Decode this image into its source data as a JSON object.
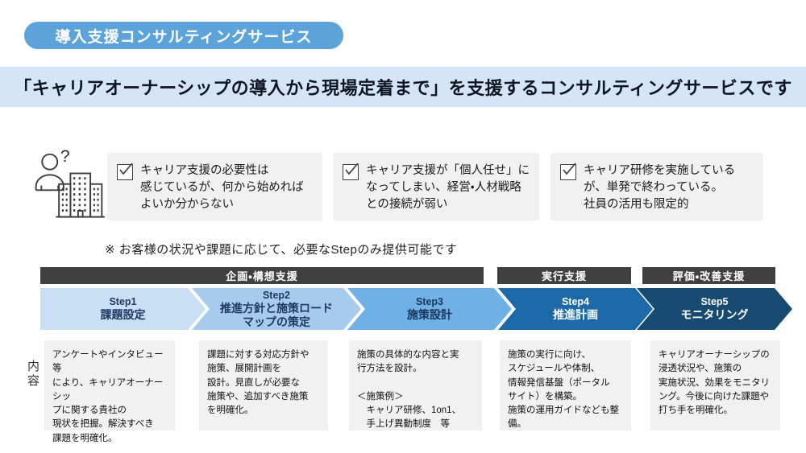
{
  "badge": {
    "label": "導入支援コンサルティングサービス",
    "bg": "#5ba3d9"
  },
  "banner": {
    "title": "「キャリアオーナーシップの導入から現場定着まで」を支援するコンサルティングサービスです",
    "bg": "#d3e5f6"
  },
  "pain_points": [
    {
      "text": "キャリア支援の必要性は\n感じているが、何から始めれば\nよいか分からない"
    },
    {
      "text": "キャリア支援が「個人任せ」に\nなってしまい、経営・人材戦略\nとの接続が弱い"
    },
    {
      "text": "キャリア研修を実施している\nが、単発で終わっている。\n社員の活用も限定的"
    }
  ],
  "note": "※ お客様の状況や課題に応じて、必要なStepのみ提供可能です",
  "phases": [
    {
      "label": "企画・構想支援"
    },
    {
      "label": "実行支援"
    },
    {
      "label": "評価・改善支援"
    }
  ],
  "content_label": "内容",
  "steps": [
    {
      "step": "Step1",
      "title": "課題設定",
      "bg": "#c9dff4",
      "fg": "#1f3864",
      "description": "アンケートやインタビュー等\nにより、キャリアオーナーシッ\nプに関する貴社の\n現状を把握。解決すべき\n課題を明確化。"
    },
    {
      "step": "Step2",
      "title": "推進方針と施策ロード\nマップの策定",
      "bg": "#a7cbec",
      "fg": "#1f3864",
      "description": "課題に対する対応方針や\n施策、展開計画を\n設計。見直しが必要な\n施策や、追加すべき施策\nを明確化。"
    },
    {
      "step": "Step3",
      "title": "施策設計",
      "bg": "#6fb1e4",
      "fg": "#17365c",
      "description": "施策の具体的な内容と実\n行方法を設計。\n\n＜施策例＞\n　キャリア研修、1on1、\n　手上げ異動制度　等"
    },
    {
      "step": "Step4",
      "title": "推進計画",
      "bg": "#1b69a8",
      "fg": "#ffffff",
      "description": "施策の実行に向け、\nスケジュールや体制、\n情報発信基盤（ポータル\nサイト）を構築。\n施策の運用ガイドなども整\n備。"
    },
    {
      "step": "Step5",
      "title": "モニタリング",
      "bg": "#174a70",
      "fg": "#ffffff",
      "description": "キャリアオーナーシップの\n浸透状況や、施策の\n実施状況、効果をモニタリ\nング。今後に向けた課題や\n打ち手を明確化。"
    }
  ]
}
